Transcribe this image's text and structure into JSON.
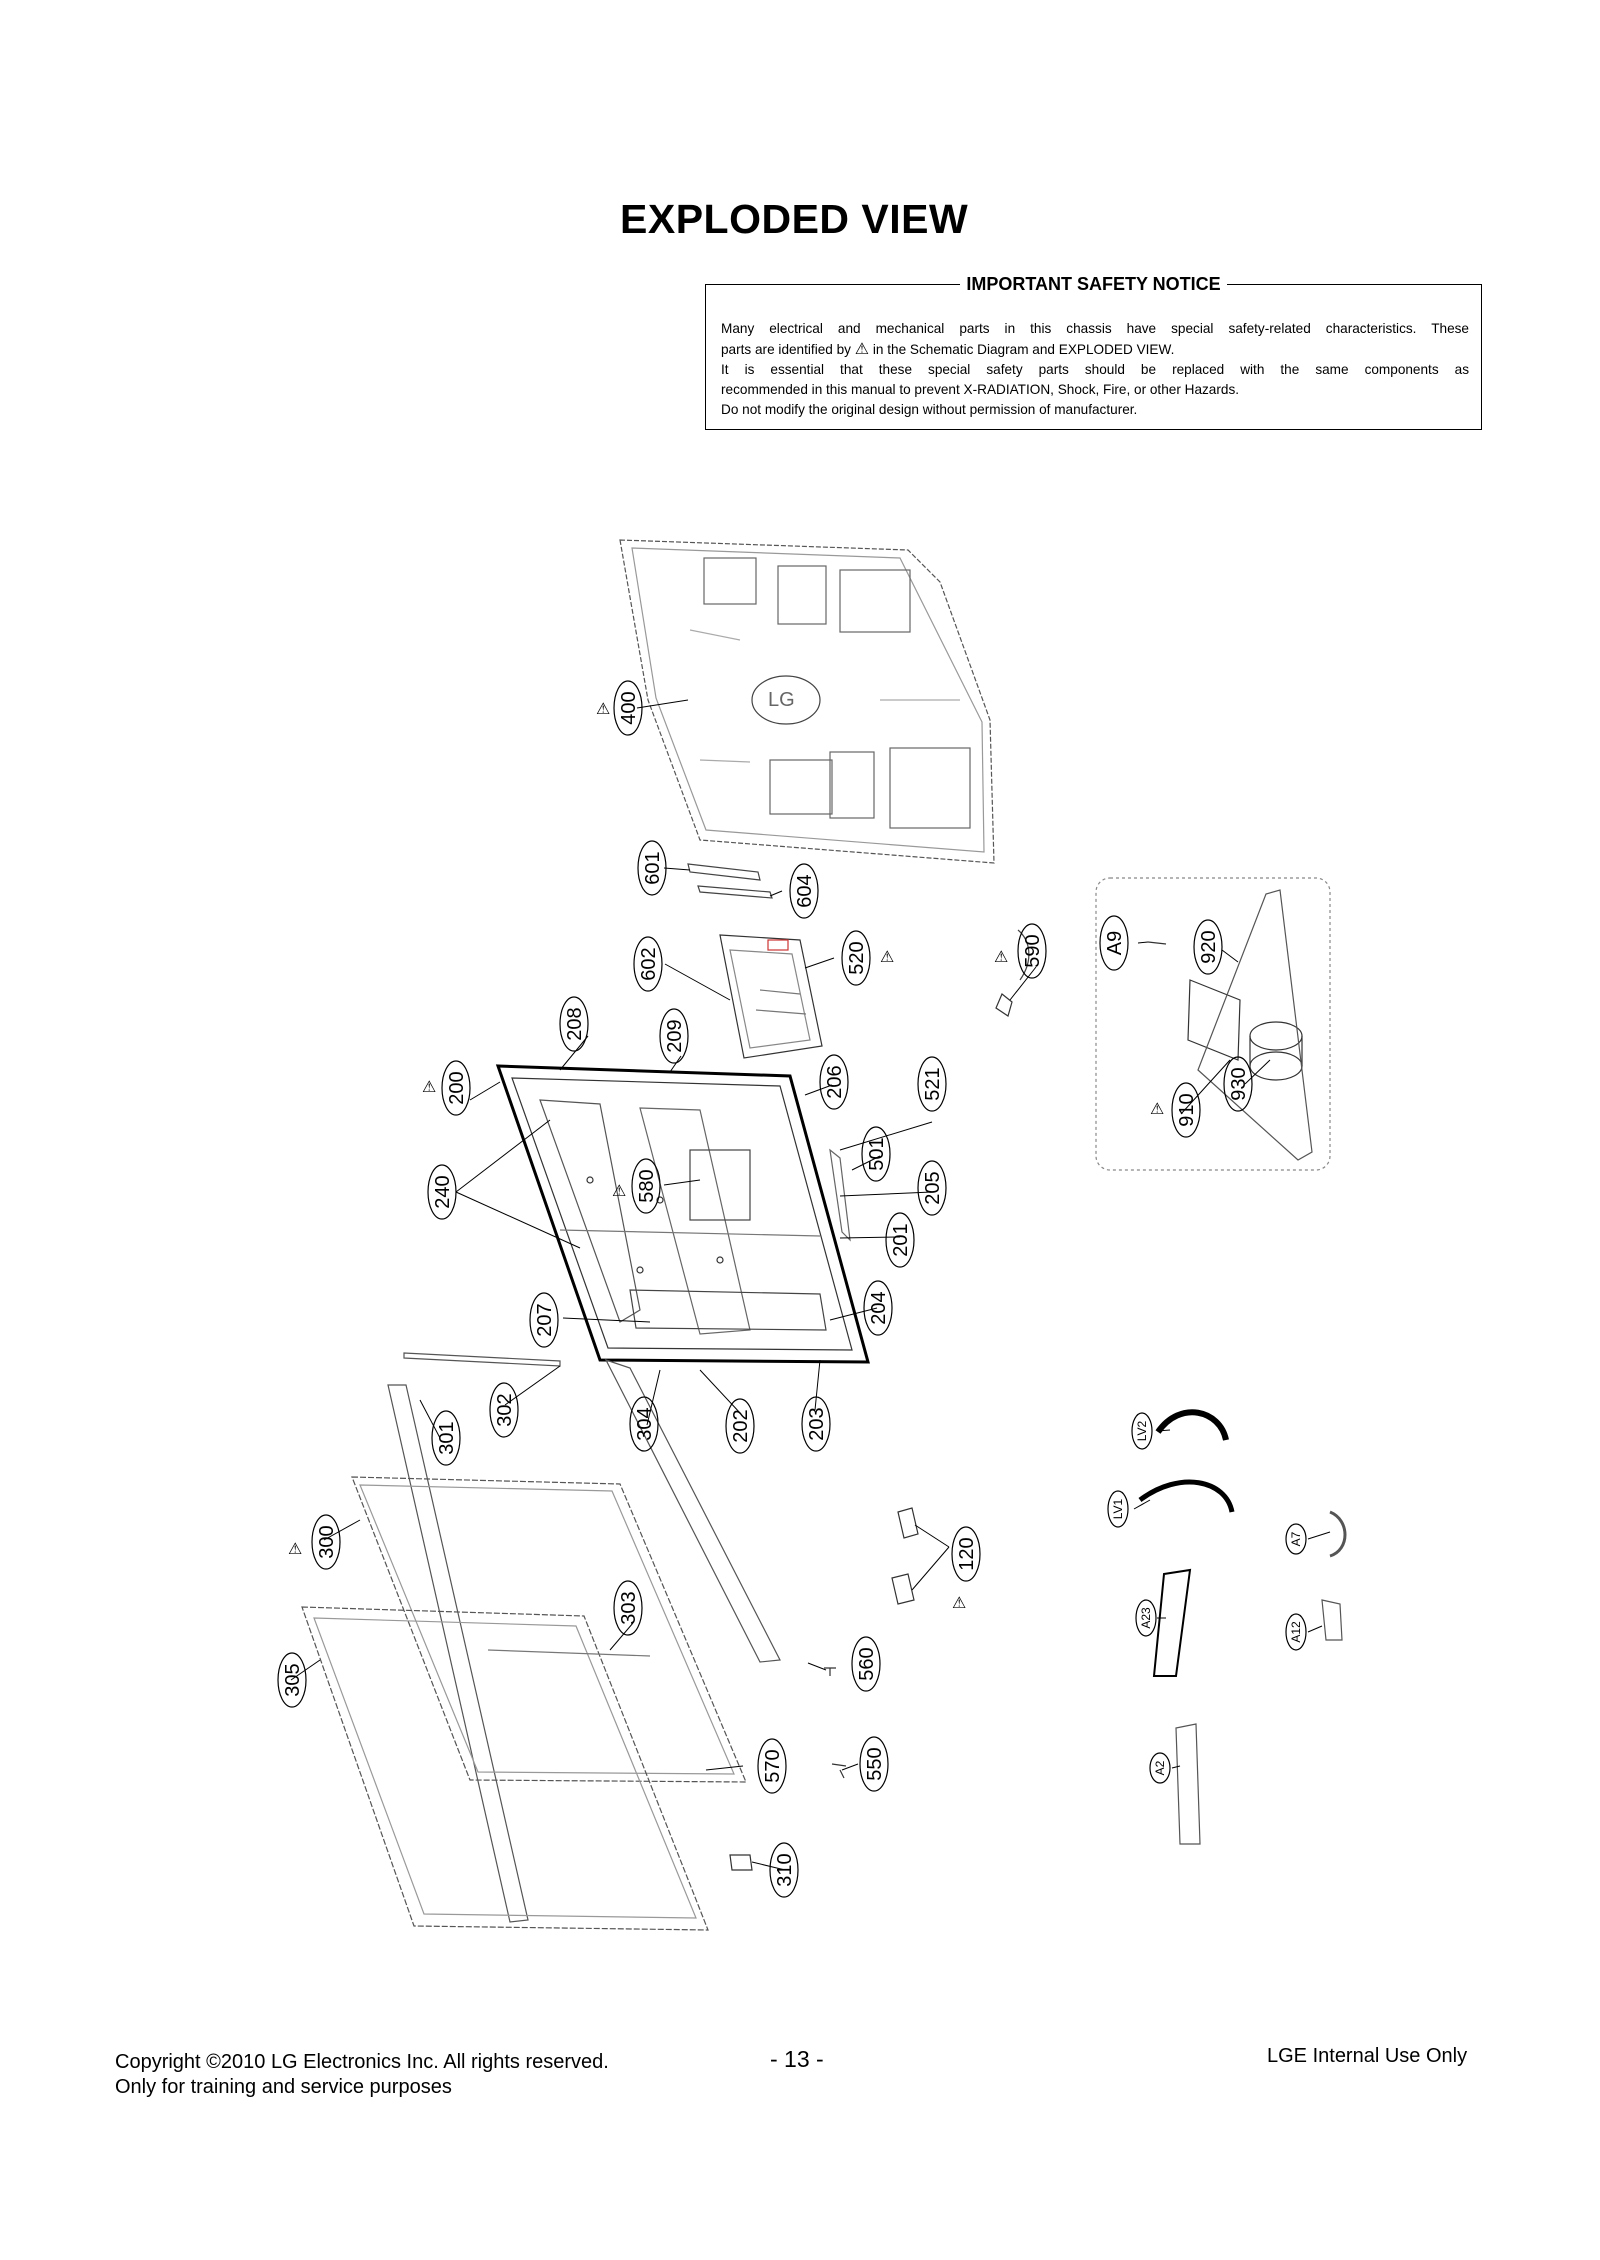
{
  "title": "EXPLODED VIEW",
  "safety_notice": {
    "title": "IMPORTANT SAFETY NOTICE",
    "line1": "Many electrical and mechanical parts in this chassis have special safety-related characteristics. These",
    "line2_before_icon": "parts are identified by",
    "line2_after_icon": "in the Schematic Diagram and EXPLODED VIEW.",
    "line3": "It is essential that these special safety parts should be replaced with the same components as",
    "line4": "recommended in this manual to prevent X-RADIATION, Shock, Fire, or other Hazards.",
    "line5": "Do not modify the original design without permission of manufacturer."
  },
  "warning_symbol": "⚠",
  "parts": {
    "p400": "400",
    "p601": "601",
    "p604": "604",
    "p602": "602",
    "p520": "520",
    "p590": "590",
    "pA9": "A9",
    "p920": "920",
    "p208": "208",
    "p209": "209",
    "p206": "206",
    "p521": "521",
    "p200": "200",
    "p910": "910",
    "p930": "930",
    "p240": "240",
    "p580": "580",
    "p501": "501",
    "p205": "205",
    "p201": "201",
    "p207": "207",
    "p204": "204",
    "p302": "302",
    "p301": "301",
    "p304": "304",
    "p202": "202",
    "p203": "203",
    "p300": "300",
    "p303": "303",
    "p305": "305",
    "p120": "120",
    "p560": "560",
    "p570": "570",
    "p550": "550",
    "p310": "310",
    "pLV2": "LV2",
    "pLV1": "LV1",
    "pA7": "A7",
    "pA23": "A23",
    "pA12": "A12",
    "pA2": "A2"
  },
  "footer": {
    "copyright": "Copyright ©2010 LG Electronics Inc. All rights reserved.",
    "purpose": "Only for training and service purposes",
    "page": "- 13 -",
    "internal": "LGE Internal Use Only"
  }
}
